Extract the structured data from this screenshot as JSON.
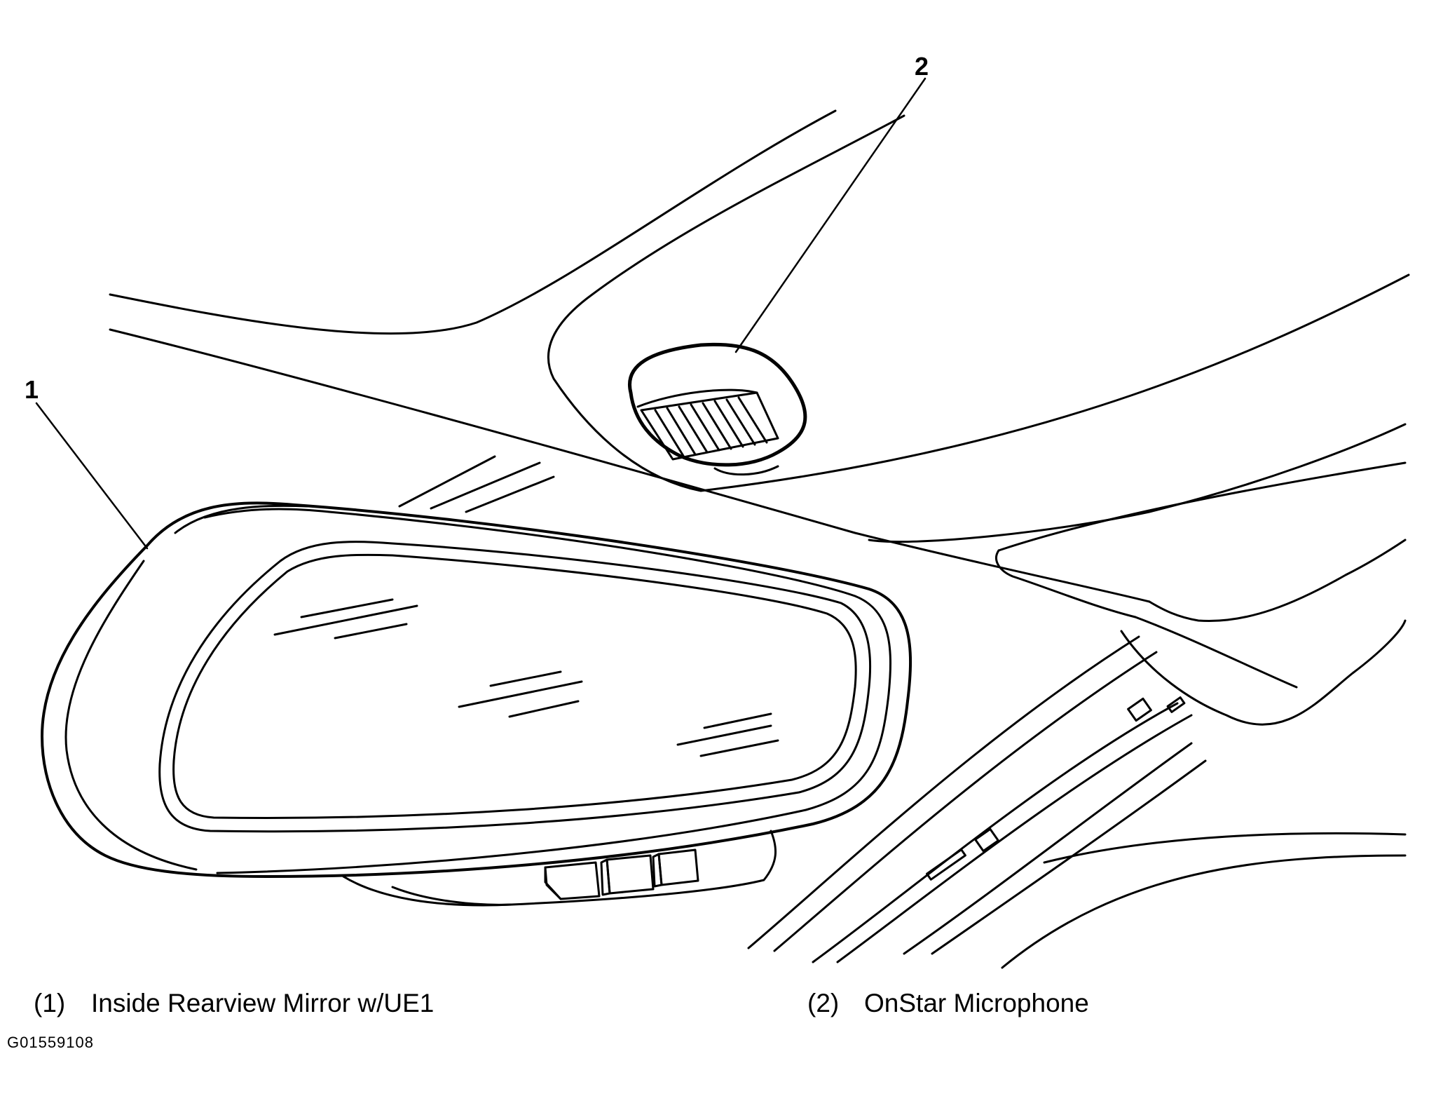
{
  "callouts": [
    {
      "number": "1",
      "label": "Inside Rearview Mirror w/UE1"
    },
    {
      "number": "2",
      "label": "OnStar Microphone"
    }
  ],
  "legend": [
    {
      "number": "(1)",
      "text": "Inside Rearview Mirror w/UE1"
    },
    {
      "number": "(2)",
      "text": "OnStar Microphone"
    }
  ],
  "figure_id": "G01559108",
  "colors": {
    "line": "#000000",
    "background": "#ffffff"
  }
}
